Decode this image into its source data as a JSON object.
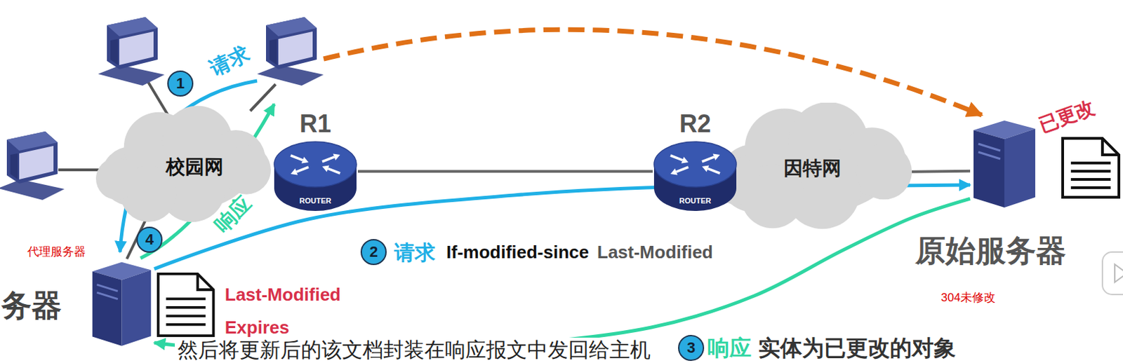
{
  "diagram": {
    "nodes": [
      {
        "text": [
          "校园网"
        ]
      },
      {
        "text": [
          "R1",
          "ROUTER"
        ]
      },
      {
        "text": [
          "R2",
          "ROUTER"
        ]
      },
      {
        "text": [
          "因特网"
        ]
      },
      {
        "text": [
          "原始服务器"
        ]
      },
      {
        "text": [
          "代理服务器",
          "务器"
        ]
      },
      {
        "text": [
          "Last-Modified",
          "Expires"
        ]
      },
      {
        "text": [
          "1"
        ]
      },
      {
        "text": [
          "4"
        ]
      },
      {
        "text": [
          "2"
        ]
      },
      {
        "text": [
          "3"
        ]
      }
    ],
    "edges": [
      {
        "from": 1,
        "to": 2,
        "arrow": "none"
      },
      {
        "from": 3,
        "to": 4,
        "arrow": "none"
      },
      {
        "from": 5,
        "to": 4,
        "arrow": "to"
      },
      {
        "from": 4,
        "to": 5,
        "arrow": "to"
      }
    ],
    "labels": [
      "请求",
      "响应",
      "请求",
      "If-modified-since",
      "Last-Modified",
      "已更改",
      "304未修改",
      "响应",
      "实体为已更改的对象",
      "然后将更新后的该文档封装在响应报文中发回给主机"
    ]
  }
}
